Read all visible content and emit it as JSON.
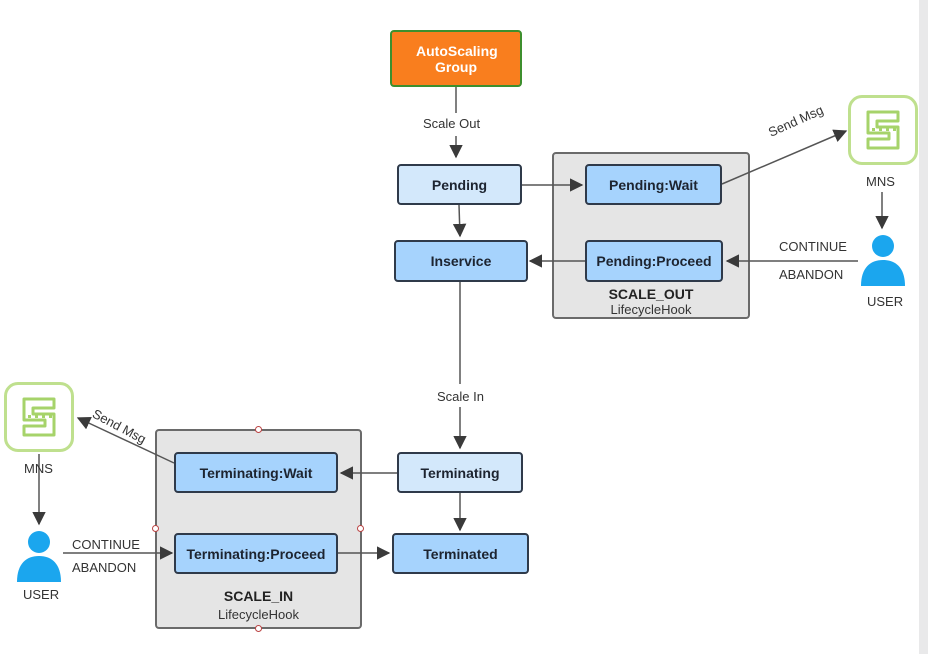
{
  "nodes": {
    "autoscaling_group": "AutoScaling Group",
    "pending": "Pending",
    "inservice": "Inservice",
    "pending_wait": "Pending:Wait",
    "pending_proceed": "Pending:Proceed",
    "terminating": "Terminating",
    "terminated": "Terminated",
    "terminating_wait": "Terminating:Wait",
    "terminating_proceed": "Terminating:Proceed"
  },
  "groups": {
    "scale_out": {
      "title": "SCALE_OUT",
      "subtitle": "LifecycleHook"
    },
    "scale_in": {
      "title": "SCALE_IN",
      "subtitle": "LifecycleHook"
    }
  },
  "edge_labels": {
    "scale_out": "Scale Out",
    "scale_in": "Scale In",
    "send_msg": "Send Msg",
    "continue": "CONTINUE",
    "abandon": "ABANDON"
  },
  "actors": {
    "mns": "MNS",
    "user": "USER"
  },
  "icons": {
    "mns_icon": "mns-icon",
    "user_icon": "user-icon"
  },
  "colors": {
    "orange_node": "#f97e1e",
    "light_node": "#d3e8fb",
    "mid_node": "#a6d3fd",
    "group_fill": "#e5e5e5",
    "mns_green": "#a6d36a",
    "user_blue": "#1ba6ee"
  }
}
